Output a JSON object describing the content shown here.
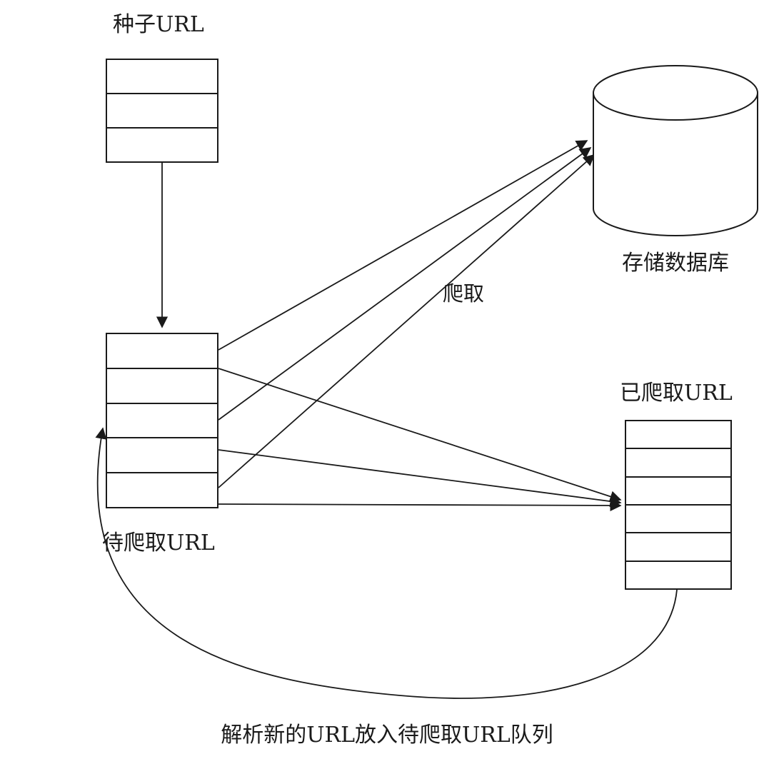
{
  "diagram": {
    "background": "#ffffff",
    "stroke_color": "#1a1a1a",
    "nodes": {
      "seed_queue": {
        "label": "种子URL",
        "type": "queue",
        "rows": 3
      },
      "pending_queue": {
        "label": "待爬取URL",
        "type": "queue",
        "rows": 5
      },
      "crawled_queue": {
        "label": "已爬取URL",
        "type": "queue",
        "rows": 6
      },
      "database": {
        "label": "存储数据库",
        "type": "cylinder"
      }
    },
    "edges": {
      "seed_to_pending": {
        "from": "种子URL",
        "to": "待爬取URL",
        "label": "",
        "line_count": 1
      },
      "pending_to_database": {
        "from": "待爬取URL",
        "to": "存储数据库",
        "label": "爬取",
        "line_count": 3
      },
      "pending_to_crawled": {
        "from": "待爬取URL",
        "to": "已爬取URL",
        "label": "",
        "line_count": 3
      },
      "crawled_to_pending": {
        "from": "已爬取URL",
        "to": "待爬取URL",
        "label": "解析新的URL放入待爬取URL队列",
        "style": "curved"
      }
    }
  }
}
